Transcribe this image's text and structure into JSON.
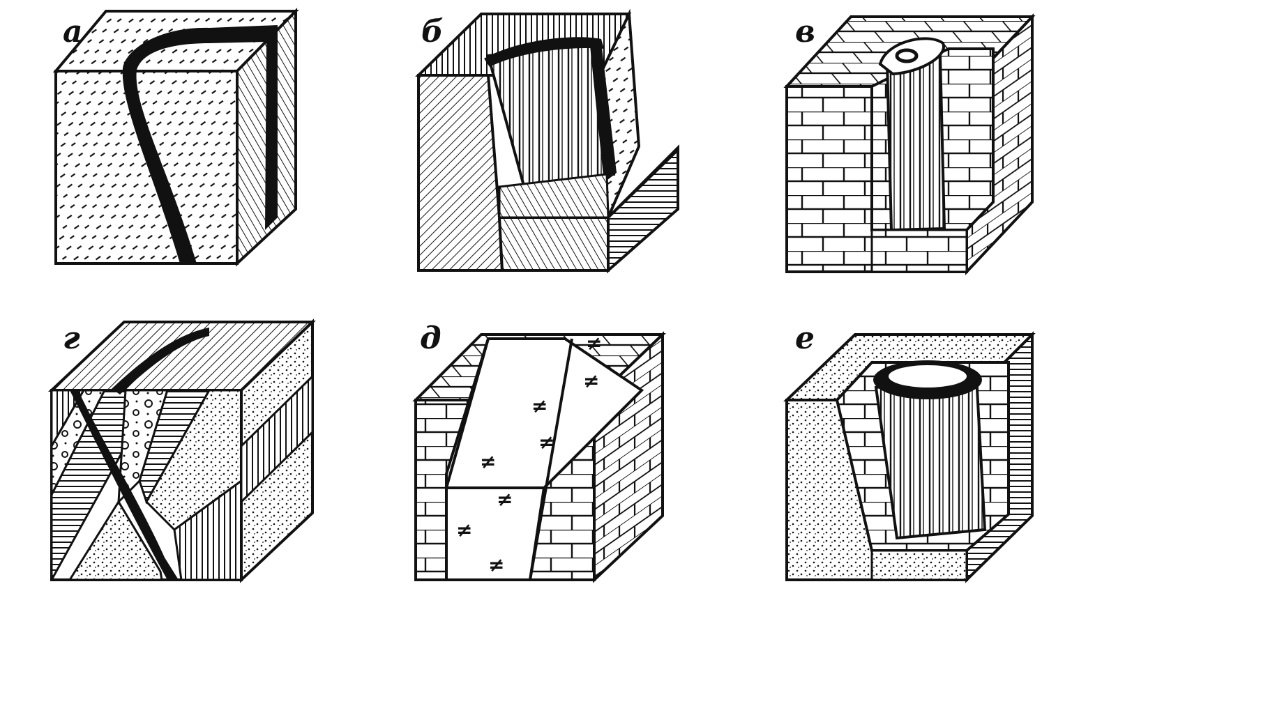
{
  "figure": {
    "panels": [
      {
        "id": "a",
        "label": "а"
      },
      {
        "id": "b",
        "label": "б"
      },
      {
        "id": "v",
        "label": "в"
      },
      {
        "id": "g",
        "label": "г"
      },
      {
        "id": "d",
        "label": "д"
      },
      {
        "id": "e",
        "label": "е"
      }
    ]
  },
  "symbols": {
    "fracture_mark": "≠"
  },
  "colors": {
    "ink": "#111111",
    "paper": "#ffffff"
  }
}
